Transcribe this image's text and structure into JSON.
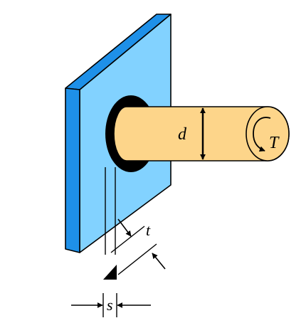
{
  "diagram": {
    "labels": {
      "diameter": "d",
      "torque": "T",
      "weld_leg": "t",
      "weld_size": "s"
    },
    "colors": {
      "plate_face": "#82D2FF",
      "plate_edge": "#1E90E8",
      "shaft_fill": "#FDD58A",
      "weld": "#000000",
      "outline": "#000000"
    }
  }
}
